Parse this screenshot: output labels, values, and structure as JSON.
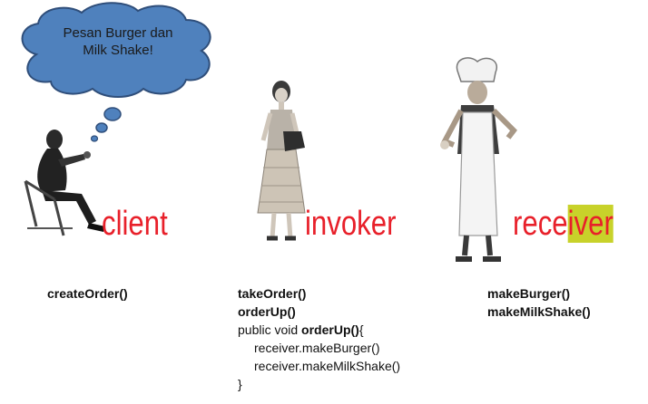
{
  "speech_bubble": {
    "text_line1": "Pesan Burger dan",
    "text_line2": "Milk Shake!"
  },
  "colors": {
    "cloud_fill": "#4f81bd",
    "cloud_stroke": "#2f4e7a",
    "label_red": "#e8202a",
    "highlight": "#c8d22a"
  },
  "roles": {
    "client": {
      "label": "client",
      "methods": [
        "createOrder()"
      ]
    },
    "invoker": {
      "label": "invoker",
      "methods": [
        "takeOrder()",
        "orderUp()"
      ],
      "code": {
        "prefix": "public void ",
        "method": "orderUp()",
        "open": "{",
        "line1": "receiver.makeBurger()",
        "line2": "receiver.makeMilkShake()",
        "close": "}"
      }
    },
    "receiver": {
      "label_part1": "rece",
      "label_part2": "iver",
      "methods": [
        "makeBurger()",
        "makeMilkShake()"
      ]
    }
  }
}
